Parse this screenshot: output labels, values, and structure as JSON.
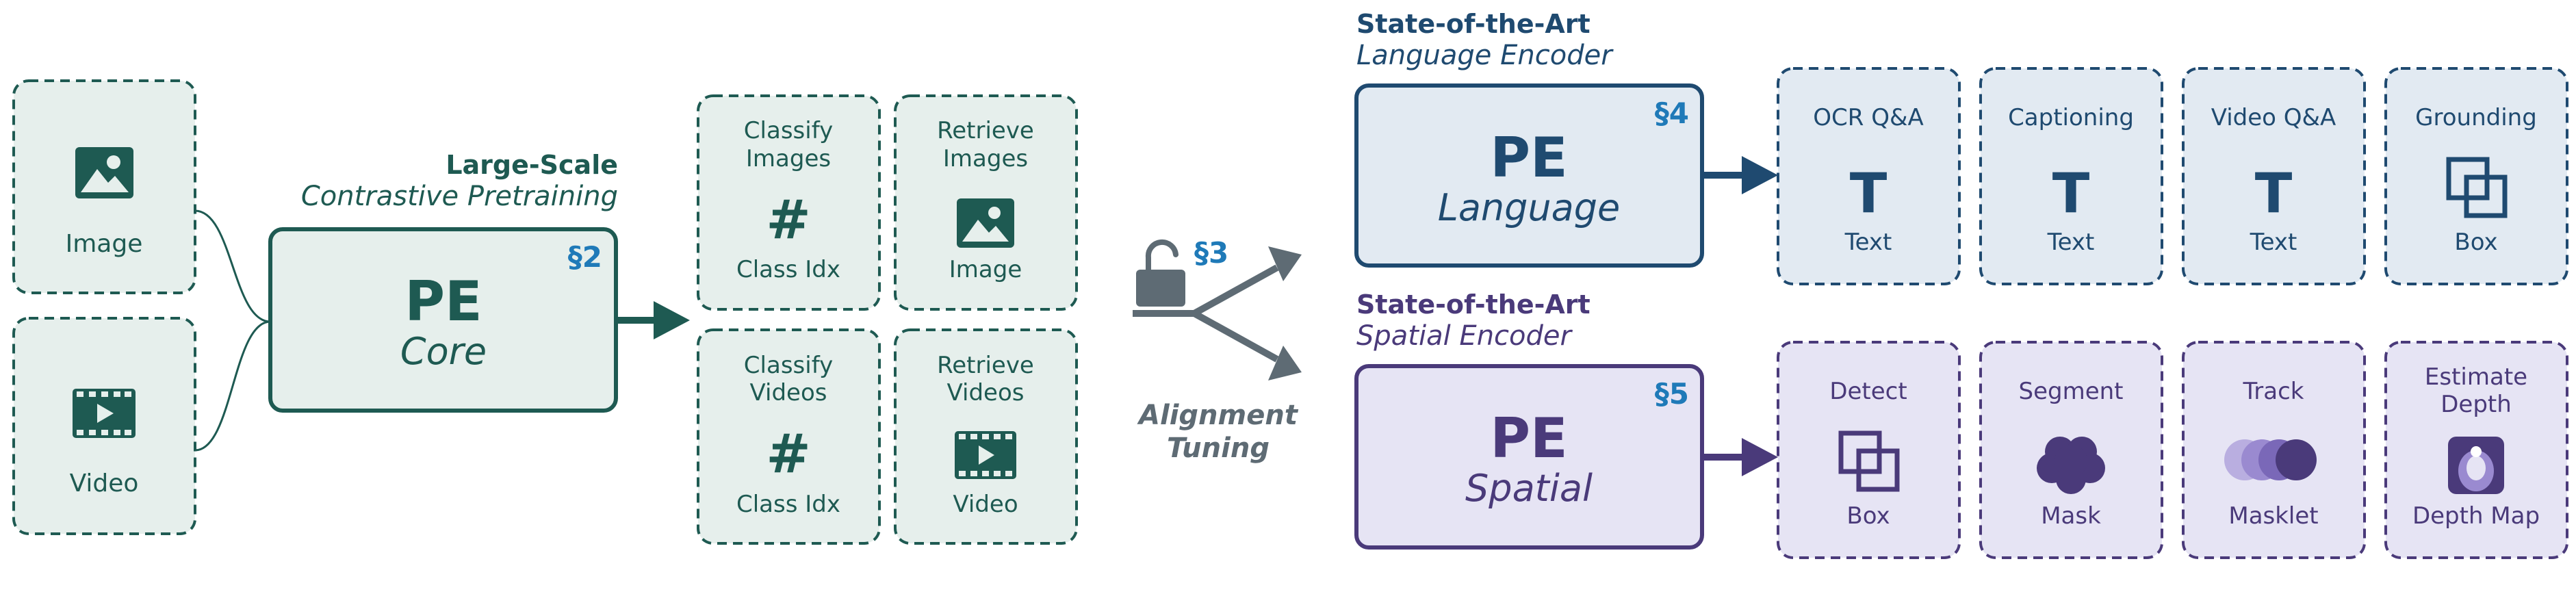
{
  "inputs": {
    "image": {
      "label": "Image",
      "icon": "image-icon"
    },
    "video": {
      "label": "Video",
      "icon": "video-icon"
    }
  },
  "core": {
    "heading_bold": "Large-Scale",
    "heading_italic": "Contrastive Pretraining",
    "section": "§2",
    "title": "PE",
    "subtitle": "Core"
  },
  "tasks": [
    {
      "title1": "Classify",
      "title2": "Images",
      "output": "Class Idx",
      "icon": "hash-icon"
    },
    {
      "title1": "Retrieve",
      "title2": "Images",
      "output": "Image",
      "icon": "image-icon"
    },
    {
      "title1": "Classify",
      "title2": "Videos",
      "output": "Class Idx",
      "icon": "hash-icon"
    },
    {
      "title1": "Retrieve",
      "title2": "Videos",
      "output": "Video",
      "icon": "video-icon"
    }
  ],
  "alignment": {
    "section": "§3",
    "label1": "Alignment",
    "label2": "Tuning",
    "icon": "unlock-icon"
  },
  "language": {
    "heading_bold": "State-of-the-Art",
    "heading_italic": "Language Encoder",
    "section": "§4",
    "title": "PE",
    "subtitle": "Language",
    "tasks": [
      {
        "title1": "OCR Q&A",
        "title2": "",
        "output": "Text",
        "icon": "text-icon"
      },
      {
        "title1": "Captioning",
        "title2": "",
        "output": "Text",
        "icon": "text-icon"
      },
      {
        "title1": "Video Q&A",
        "title2": "",
        "output": "Text",
        "icon": "text-icon"
      },
      {
        "title1": "Grounding",
        "title2": "",
        "output": "Box",
        "icon": "box-icon"
      }
    ]
  },
  "spatial": {
    "heading_bold": "State-of-the-Art",
    "heading_italic": "Spatial Encoder",
    "section": "§5",
    "title": "PE",
    "subtitle": "Spatial",
    "tasks": [
      {
        "title1": "Detect",
        "title2": "",
        "output": "Box",
        "icon": "box-icon"
      },
      {
        "title1": "Segment",
        "title2": "",
        "output": "Mask",
        "icon": "mask-icon"
      },
      {
        "title1": "Track",
        "title2": "",
        "output": "Masklet",
        "icon": "masklet-icon"
      },
      {
        "title1": "Estimate",
        "title2": "Depth",
        "output": "Depth Map",
        "icon": "depth-map-icon"
      }
    ]
  },
  "colors": {
    "core": "#1e5a52",
    "core_fill": "#e6efec",
    "language": "#1f4a70",
    "language_fill": "#e2eaf2",
    "spatial": "#4a3a7a",
    "spatial_fill": "#e6e4f4",
    "section": "#1f7ab8",
    "gray": "#5e6b74"
  }
}
